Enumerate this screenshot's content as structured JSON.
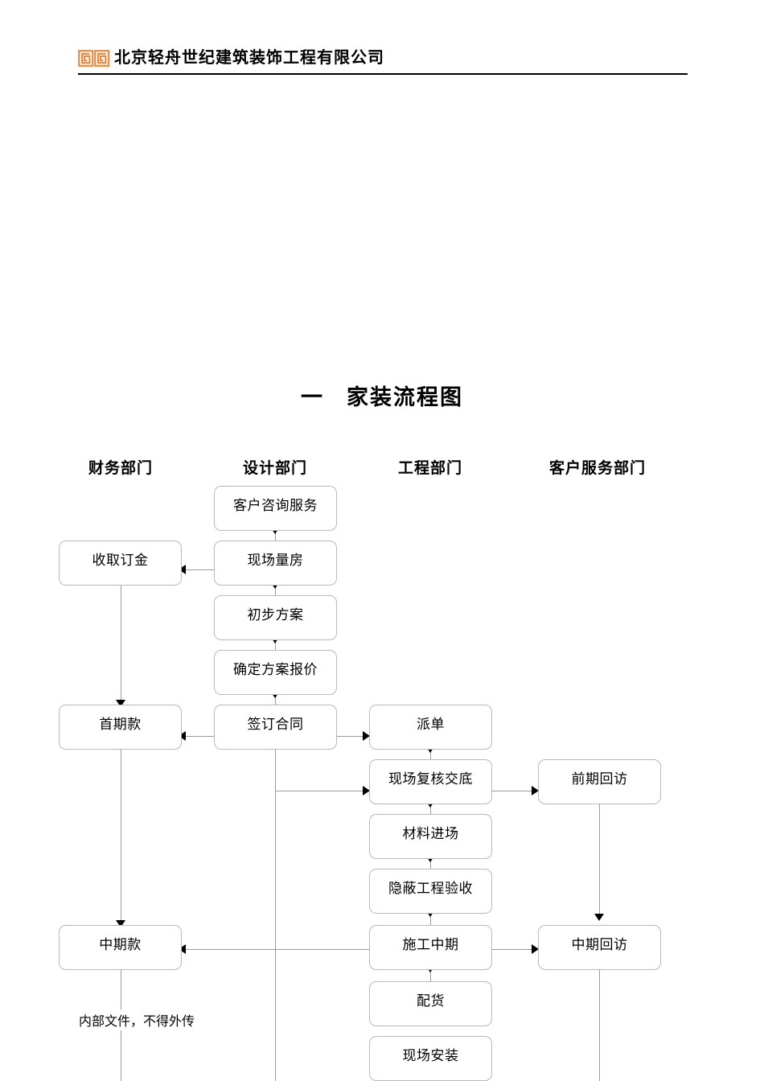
{
  "letterhead": {
    "company_name": "北京轻舟世纪建筑装饰工程有限公司",
    "logo_icon": "orange-double-spiral-logo",
    "logo_color": "#E8873A"
  },
  "document": {
    "title_number": "一",
    "title_text": "家装流程图",
    "footer_note": "内部文件，不得外传"
  },
  "columns": [
    {
      "key": "finance",
      "label": "财务部门"
    },
    {
      "key": "design",
      "label": "设计部门"
    },
    {
      "key": "engineer",
      "label": "工程部门"
    },
    {
      "key": "service",
      "label": "客户服务部门"
    }
  ],
  "flowchart": {
    "type": "swimlane-flowchart",
    "lanes": {
      "finance": [
        "收取订金",
        "首期款",
        "中期款"
      ],
      "design": [
        "客户咨询服务",
        "现场量房",
        "初步方案",
        "确定方案报价",
        "签订合同"
      ],
      "engineer": [
        "派单",
        "现场复核交底",
        "材料进场",
        "隐蔽工程验收",
        "施工中期",
        "配货",
        "现场安装"
      ],
      "service": [
        "前期回访",
        "中期回访"
      ]
    },
    "nodes": {
      "n_consult": "客户咨询服务",
      "n_measure": "现场量房",
      "n_prelim": "初步方案",
      "n_quote": "确定方案报价",
      "n_contract": "签订合同",
      "n_deposit": "收取订金",
      "n_firstpay": "首期款",
      "n_midpay": "中期款",
      "n_dispatch": "派单",
      "n_review": "现场复核交底",
      "n_material": "材料进场",
      "n_hidden": "隐蔽工程验收",
      "n_midwork": "施工中期",
      "n_delivery": "配货",
      "n_install": "现场安装",
      "n_visit1": "前期回访",
      "n_visit2": "中期回访"
    },
    "edges": [
      {
        "from": "客户咨询服务",
        "to": "现场量房",
        "dir": "down"
      },
      {
        "from": "现场量房",
        "to": "收取订金",
        "dir": "left"
      },
      {
        "from": "现场量房",
        "to": "初步方案",
        "dir": "down"
      },
      {
        "from": "初步方案",
        "to": "确定方案报价",
        "dir": "down"
      },
      {
        "from": "确定方案报价",
        "to": "签订合同",
        "dir": "down"
      },
      {
        "from": "收取订金",
        "to": "首期款",
        "dir": "down"
      },
      {
        "from": "签订合同",
        "to": "首期款",
        "dir": "left"
      },
      {
        "from": "签订合同",
        "to": "派单",
        "dir": "right"
      },
      {
        "from": "签订合同",
        "to": "现场复核交底",
        "dir": "right"
      },
      {
        "from": "派单",
        "to": "现场复核交底",
        "dir": "down"
      },
      {
        "from": "现场复核交底",
        "to": "前期回访",
        "dir": "right"
      },
      {
        "from": "现场复核交底",
        "to": "材料进场",
        "dir": "down"
      },
      {
        "from": "材料进场",
        "to": "隐蔽工程验收",
        "dir": "down"
      },
      {
        "from": "隐蔽工程验收",
        "to": "施工中期",
        "dir": "down"
      },
      {
        "from": "首期款",
        "to": "中期款",
        "dir": "down"
      },
      {
        "from": "施工中期",
        "to": "中期款",
        "dir": "left"
      },
      {
        "from": "施工中期",
        "to": "中期回访",
        "dir": "right"
      },
      {
        "from": "前期回访",
        "to": "中期回访",
        "dir": "down"
      },
      {
        "from": "施工中期",
        "to": "配货",
        "dir": "down"
      },
      {
        "from": "配货",
        "to": "现场安装",
        "dir": "down"
      }
    ]
  }
}
